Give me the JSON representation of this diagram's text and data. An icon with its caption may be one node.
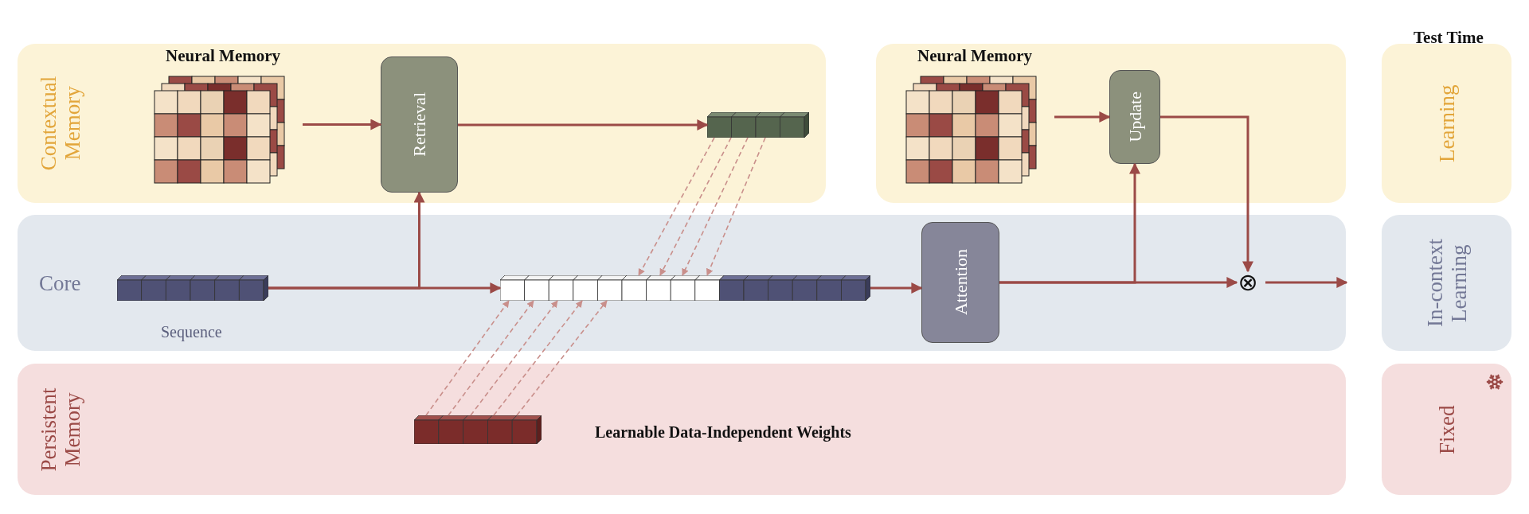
{
  "diagram": {
    "nodes": [
      {
        "text": [
          "Contextual Memory"
        ]
      },
      {
        "text": [
          "Neural Memory"
        ],
        "in": 0
      },
      {
        "text": [
          "Retrieval"
        ],
        "in": 0
      },
      {
        "text": [],
        "shape": "bar",
        "in": 0
      },
      {
        "text": [],
        "shape": "box"
      },
      {
        "text": [
          "Neural Memory"
        ],
        "in": 4
      },
      {
        "text": [
          "Update"
        ],
        "in": 4
      },
      {
        "text": [
          "Core"
        ]
      },
      {
        "text": [],
        "shape": "bar",
        "in": 7,
        "beside": [
          "Sequence"
        ]
      },
      {
        "text": [],
        "shape": "bar",
        "in": 7
      },
      {
        "text": [
          "Attention"
        ],
        "in": 7
      },
      {
        "text": [
          "⊗"
        ],
        "in": 7
      },
      {
        "text": [
          "Persistent Memory"
        ]
      },
      {
        "text": [],
        "shape": "bar",
        "in": 12,
        "beside": [
          "Learnable Data-Independent Weights"
        ]
      },
      {
        "text": [
          "Learning"
        ],
        "beside": [
          "Test Time"
        ]
      },
      {
        "text": [
          "In-context Learning"
        ]
      },
      {
        "text": [
          "Fixed"
        ]
      }
    ],
    "edges": [
      {
        "from": 1,
        "to": 2,
        "arrow": "to"
      },
      {
        "from": 2,
        "to": 3,
        "arrow": "to"
      },
      {
        "from": 3,
        "to": 9,
        "arrow": "to",
        "style": "dashed",
        "color": "#c98f8b"
      },
      {
        "from": 3,
        "to": 9,
        "arrow": "to",
        "style": "dashed",
        "color": "#c98f8b"
      },
      {
        "from": 3,
        "to": 9,
        "arrow": "to",
        "style": "dashed",
        "color": "#c98f8b"
      },
      {
        "from": 3,
        "to": 9,
        "arrow": "to",
        "style": "dashed",
        "color": "#c98f8b"
      },
      {
        "from": 8,
        "to": 9,
        "arrow": "to"
      },
      {
        "from": 8,
        "to": 2,
        "arrow": "to"
      },
      {
        "from": 13,
        "to": 9,
        "arrow": "to",
        "style": "dashed",
        "color": "#c98f8b"
      },
      {
        "from": 13,
        "to": 9,
        "arrow": "to",
        "style": "dashed",
        "color": "#c98f8b"
      },
      {
        "from": 13,
        "to": 9,
        "arrow": "to",
        "style": "dashed",
        "color": "#c98f8b"
      },
      {
        "from": 13,
        "to": 9,
        "arrow": "to",
        "style": "dashed",
        "color": "#c98f8b"
      },
      {
        "from": 13,
        "to": 9,
        "arrow": "to",
        "style": "dashed",
        "color": "#c98f8b"
      },
      {
        "from": 9,
        "to": 10,
        "arrow": "to"
      },
      {
        "from": 10,
        "to": 11,
        "arrow": "to"
      },
      {
        "from": 10,
        "to": 6,
        "arrow": "to"
      },
      {
        "from": 5,
        "to": 6,
        "arrow": "to"
      },
      {
        "from": 6,
        "to": 11,
        "arrow": "to"
      },
      {
        "from": 11,
        "to": null,
        "arrow": "to"
      }
    ]
  }
}
